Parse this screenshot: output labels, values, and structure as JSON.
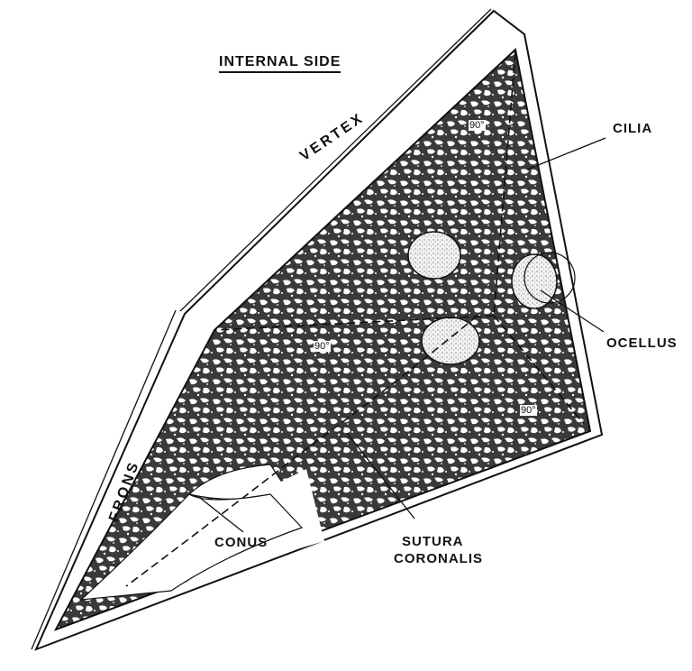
{
  "title": "INTERNAL SIDE",
  "edge_labels": {
    "vertex": "VERTEX",
    "frons": "FRONS"
  },
  "callouts": {
    "cilia": "CILIA",
    "ocellus": "OCELLUS",
    "conus": "CONUS",
    "sutura_line1": "SUTURA",
    "sutura_line2": "CORONALIS"
  },
  "angles": {
    "top": "90°",
    "middle": "90°",
    "bottom": "90°"
  }
}
